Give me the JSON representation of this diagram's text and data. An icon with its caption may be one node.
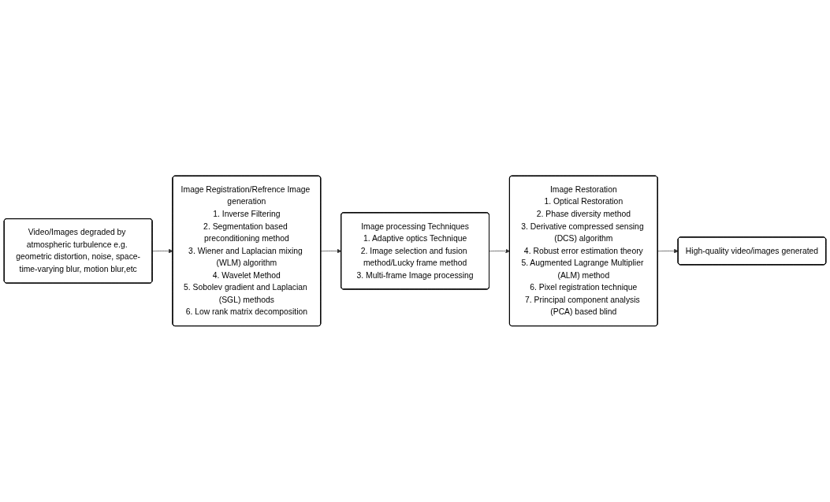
{
  "diagram": {
    "nodes": [
      {
        "text": [
          "Video/Images degraded by atmospheric turbulence e.g. geometric distortion, noise, space-time-varying blur, motion blur,etc"
        ]
      },
      {
        "text": [
          "Image Registration/Refrence Image generation",
          "1. Inverse Filtering",
          "2. Segmentation based preconditioning method",
          "3. Wiener and Laplacian mixing (WLM) algorithm",
          "4. Wavelet Method",
          "5. Sobolev gradient and Laplacian (SGL) methods",
          "6. Low rank matrix decomposition"
        ]
      },
      {
        "text": [
          "Image processing Techniques",
          "1. Adaptive optics Technique",
          "2. Image selection and fusion method/Lucky frame method",
          "3. Multi-frame Image processing"
        ]
      },
      {
        "text": [
          "Image Restoration",
          "1. Optical Restoration",
          "2. Phase diversity method",
          "3. Derivative compressed sensing (DCS) algorithm",
          "4. Robust error estimation theory",
          "5. Augmented Lagrange Multiplier (ALM) method",
          "6. Pixel registration technique",
          "7. Principal component analysis (PCA) based blind"
        ]
      },
      {
        "text": [
          "High-quality video/images generated"
        ]
      }
    ],
    "edges": [
      {
        "from": 0,
        "to": 1,
        "arrow": "to"
      },
      {
        "from": 1,
        "to": 2,
        "arrow": "to"
      },
      {
        "from": 2,
        "to": 3,
        "arrow": "to"
      },
      {
        "from": 3,
        "to": 4,
        "arrow": "to"
      }
    ]
  }
}
